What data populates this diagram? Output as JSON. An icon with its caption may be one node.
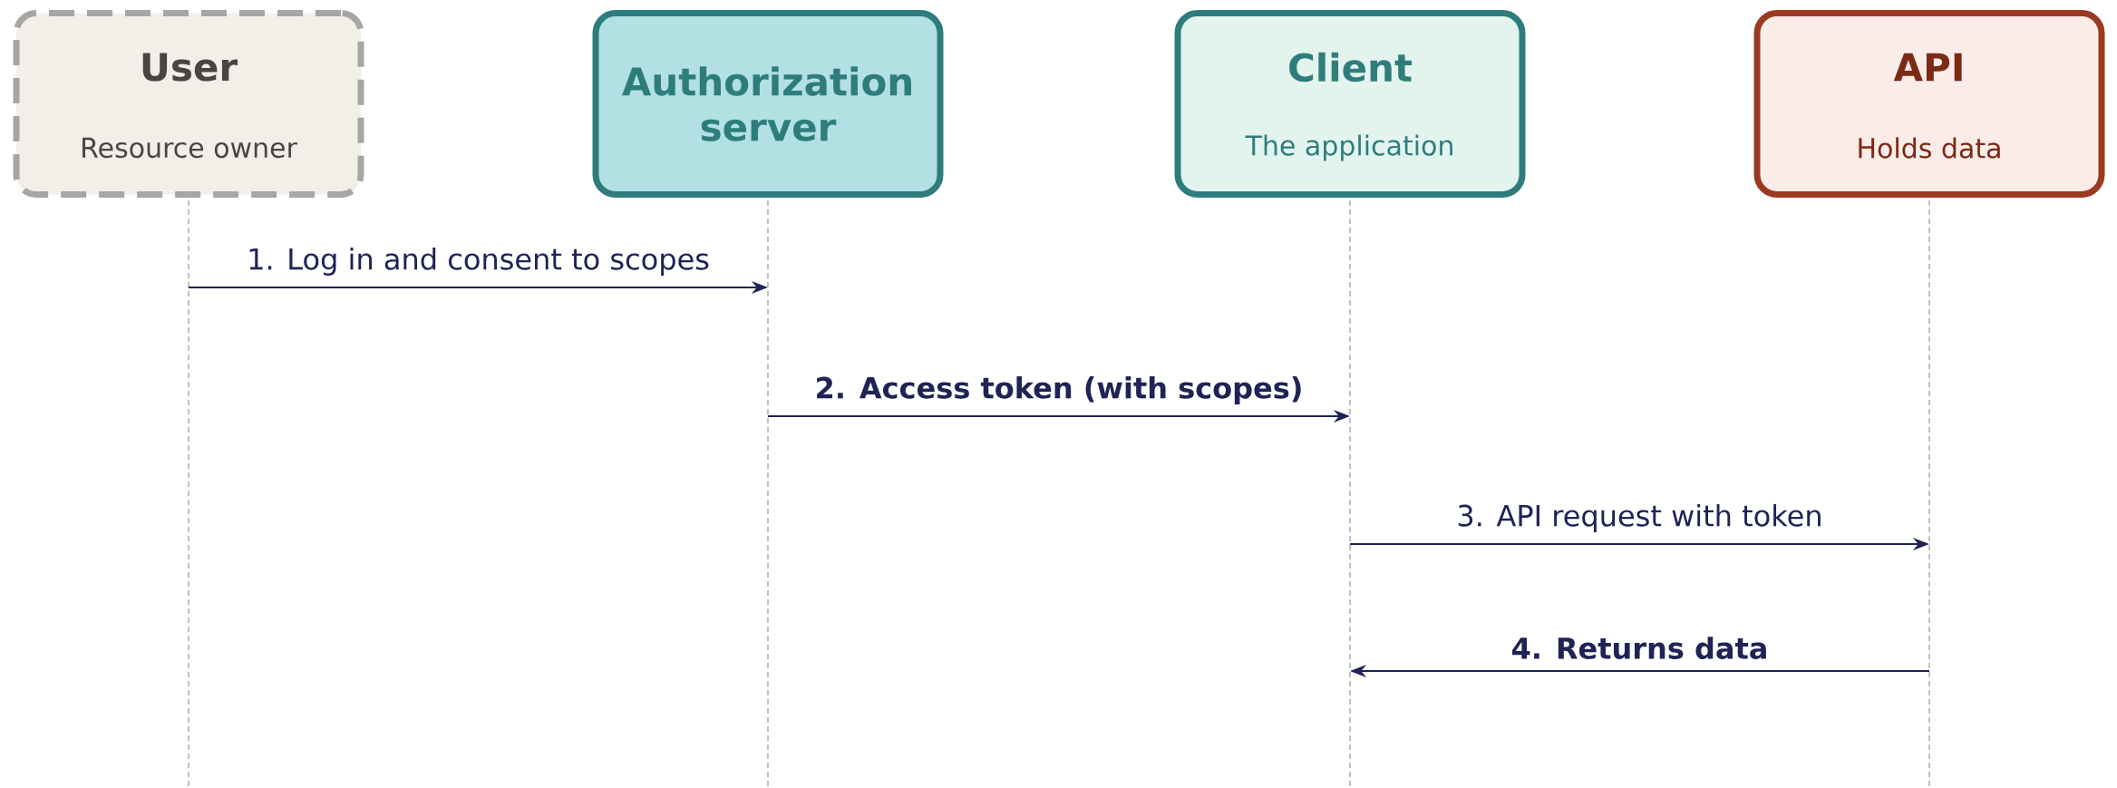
{
  "diagram": {
    "nodes": [
      {
        "text": [
          "User",
          "Resource owner"
        ]
      },
      {
        "text": [
          "Authorization server"
        ]
      },
      {
        "text": [
          "Client",
          "The application"
        ]
      },
      {
        "text": [
          "API",
          "Holds data"
        ]
      }
    ],
    "edges": [
      {
        "from": 0,
        "to": 1,
        "arrow": "to",
        "label": "1. Log in and consent to scopes"
      },
      {
        "from": 1,
        "to": 2,
        "arrow": "to",
        "label": "2. Access token (with scopes)"
      },
      {
        "from": 2,
        "to": 3,
        "arrow": "to",
        "label": "3. API request with token"
      },
      {
        "from": 3,
        "to": 2,
        "arrow": "to",
        "label": "4. Returns data"
      }
    ]
  }
}
